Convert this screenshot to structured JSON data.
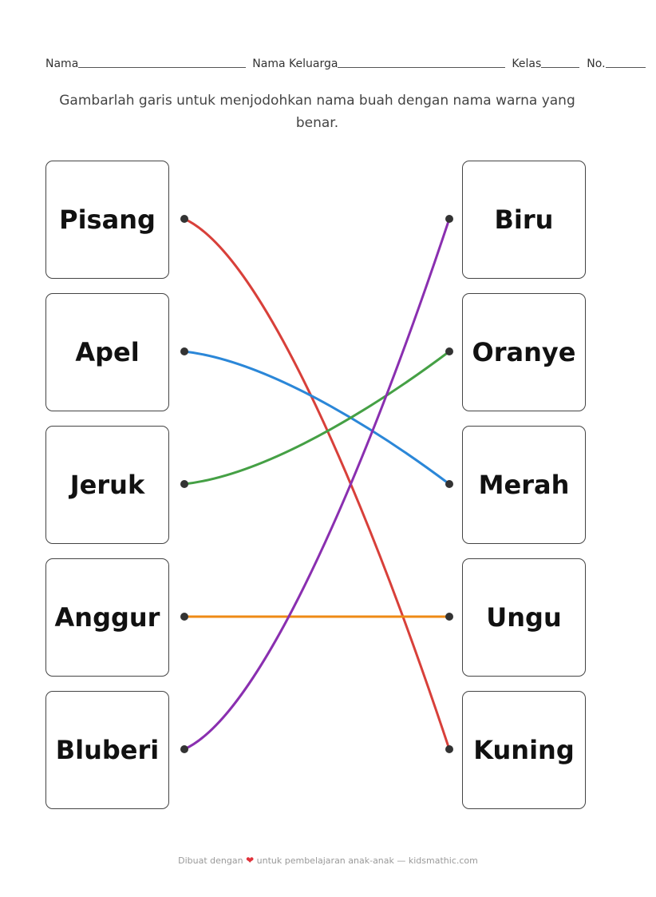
{
  "header": {
    "name_label": "Nama",
    "family_label": "Nama Keluarga",
    "class_label": "Kelas",
    "number_label": "No."
  },
  "instruction": "Gambarlah garis untuk menjodohkan nama buah dengan nama warna yang benar.",
  "left_items": [
    "Pisang",
    "Apel",
    "Jeruk",
    "Anggur",
    "Bluberi"
  ],
  "right_items": [
    "Biru",
    "Oranye",
    "Merah",
    "Ungu",
    "Kuning"
  ],
  "connections": [
    {
      "from": 0,
      "to": 4,
      "color": "#d8403a"
    },
    {
      "from": 1,
      "to": 2,
      "color": "#2b87d8"
    },
    {
      "from": 2,
      "to": 1,
      "color": "#45a045"
    },
    {
      "from": 3,
      "to": 3,
      "color": "#ef8a14"
    },
    {
      "from": 4,
      "to": 0,
      "color": "#8a2fb0"
    }
  ],
  "dot_color": "#333333",
  "footer": {
    "prefix": "Dibuat dengan",
    "suffix": "untuk pembelajaran anak-anak — kidsmathic.com"
  }
}
